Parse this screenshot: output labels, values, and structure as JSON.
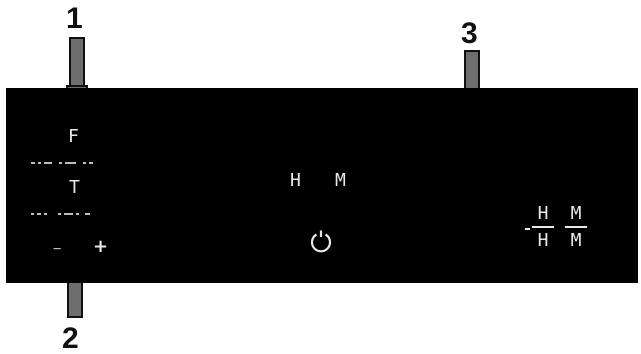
{
  "callouts": {
    "one": "1",
    "two": "2",
    "three": "3"
  },
  "panel": {
    "left_top_letter": "F",
    "left_mid_letter": "T",
    "minus_sign": "−",
    "plus_sign": "+",
    "center_hours": "H",
    "center_minutes": "M",
    "right_num_hours": "H",
    "right_den_hours": "H",
    "right_num_minutes": "M",
    "right_den_minutes": "M"
  },
  "colors": {
    "panel_bg": "#000000",
    "panel_text": "#e8e8e8",
    "arrow_fill": "#6e6e6e",
    "arrow_stroke": "#111111"
  },
  "icons": {
    "power": "power-icon"
  }
}
